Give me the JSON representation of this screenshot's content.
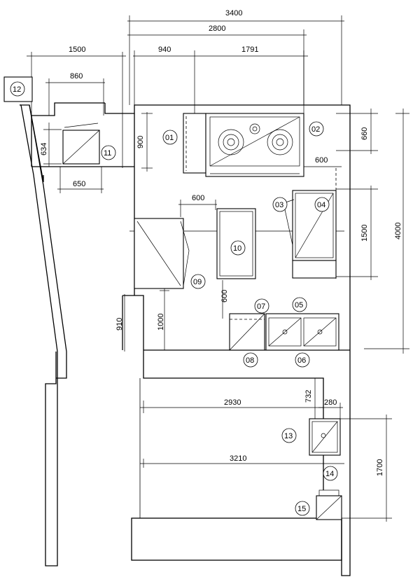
{
  "dimensions": {
    "total_width": "3400",
    "width_2800": "2800",
    "width_1500": "1500",
    "width_940": "940",
    "width_1791": "1791",
    "width_860": "860",
    "depth_634": "634",
    "width_650": "650",
    "depth_900": "900",
    "depth_660": "660",
    "width_600_top": "600",
    "height_4000": "4000",
    "width_600_table": "600",
    "table_3400": "3400",
    "length_1500": "1500",
    "width_600_side": "600",
    "length_1000": "1000",
    "length_910": "910",
    "length_732": "732",
    "width_2930": "2930",
    "width_280": "280",
    "width_3210": "3210",
    "length_1700": "1700"
  },
  "equipment_tags": [
    "01",
    "02",
    "03",
    "04",
    "05",
    "06",
    "07",
    "08",
    "09",
    "10",
    "11",
    "12",
    "13",
    "14",
    "15"
  ]
}
